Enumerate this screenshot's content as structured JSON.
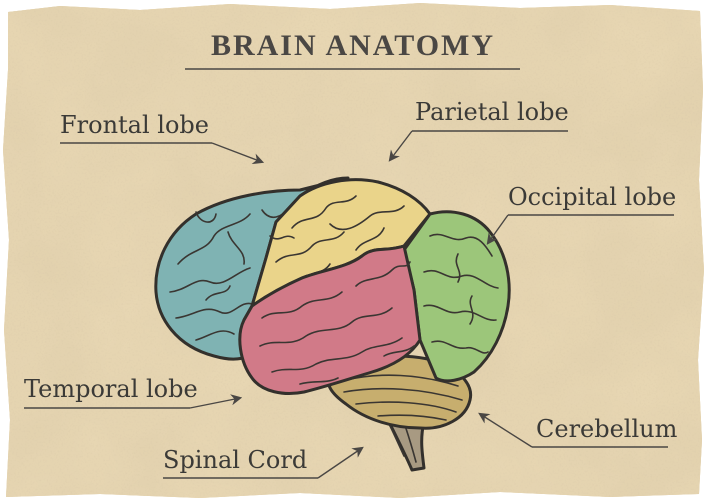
{
  "title": "BRAIN ANATOMY",
  "labels": {
    "frontal": "Frontal lobe",
    "parietal": "Parietal lobe",
    "occipital": "Occipital lobe",
    "temporal": "Temporal lobe",
    "spinal": "Spinal Cord",
    "cerebellum": "Cerebellum"
  },
  "colors": {
    "paper": "#e7d6b2",
    "frontal": "#7fb3b3",
    "parietal": "#ead48a",
    "occipital": "#9cc67a",
    "temporal": "#d17a88",
    "cerebellum": "#c7ae6e",
    "brainstem": "#a89a82",
    "ink": "#3b3a37"
  }
}
